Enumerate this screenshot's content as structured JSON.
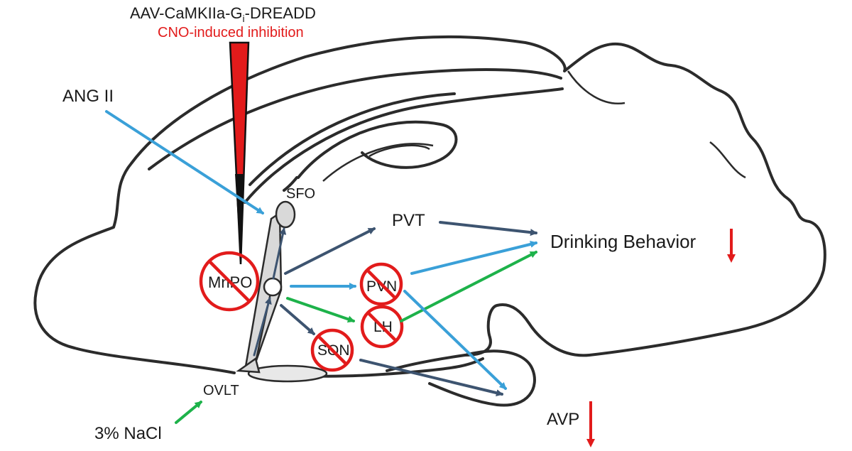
{
  "header": {
    "construct": "AAV-CaMKIIa-G",
    "construct_sub": "i",
    "construct_suffix": "-DREADD",
    "treatment": "CNO-induced inhibition"
  },
  "inputs": {
    "ang": "ANG II",
    "nacl": "3% NaCl"
  },
  "regions": {
    "sfo": "SFO",
    "mnpo": "MnPO",
    "ovlt": "OVLT",
    "pvt": "PVT",
    "pvn": "PVN",
    "lh": "LH",
    "son": "SON"
  },
  "outputs": {
    "drinking": "Drinking Behavior",
    "avp": "AVP"
  },
  "colors": {
    "dark_blue": "#3d5470",
    "light_blue": "#3aa0d8",
    "green": "#1db24a",
    "red": "#e21b1b",
    "outline": "#2b2b2b"
  }
}
